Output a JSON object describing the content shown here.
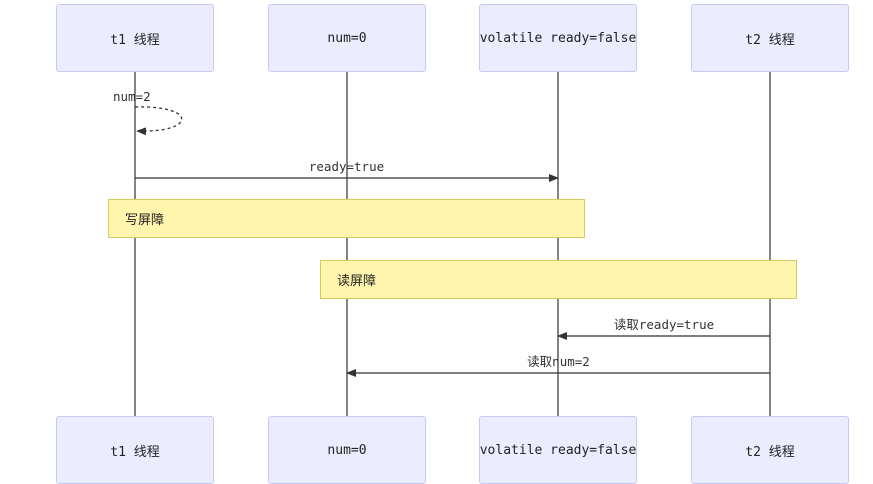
{
  "participants": [
    {
      "id": "t1",
      "label": "t1 线程"
    },
    {
      "id": "num",
      "label": "num=0"
    },
    {
      "id": "ready",
      "label": "volatile ready=false"
    },
    {
      "id": "t2",
      "label": "t2 线程"
    }
  ],
  "messages": [
    {
      "from": "t1",
      "to": "t1",
      "label": "num=2",
      "style": "dashed"
    },
    {
      "from": "t1",
      "to": "ready",
      "label": "ready=true",
      "style": "solid"
    },
    {
      "from": "t2",
      "to": "ready",
      "label": "读取ready=true",
      "style": "solid"
    },
    {
      "from": "t2",
      "to": "num",
      "label": "读取num=2",
      "style": "solid"
    }
  ],
  "notes": [
    {
      "over": [
        "t1",
        "ready"
      ],
      "label": "写屏障"
    },
    {
      "over": [
        "num",
        "t2"
      ],
      "label": "读屏障"
    }
  ],
  "colors": {
    "participant_fill": "#ececff",
    "participant_border": "#c8c8f5",
    "note_fill": "#fff5ad",
    "note_border": "#d6c862",
    "line": "#333333"
  }
}
